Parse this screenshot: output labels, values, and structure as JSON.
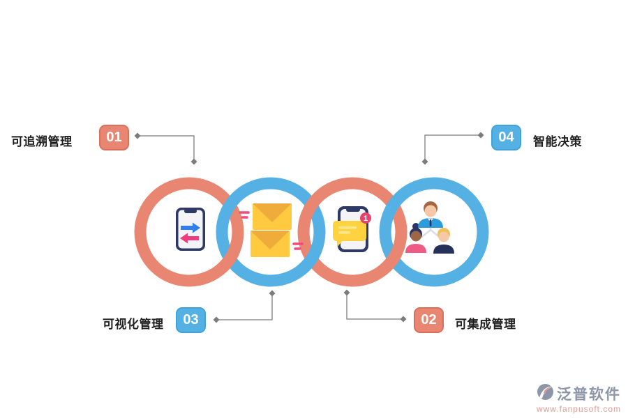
{
  "callouts": [
    {
      "number": "01",
      "label": "可追溯管理",
      "color": "salmon",
      "position": "top-left"
    },
    {
      "number": "02",
      "label": "可集成管理",
      "color": "salmon",
      "position": "bottom-right"
    },
    {
      "number": "03",
      "label": "可视化管理",
      "color": "blue",
      "position": "bottom-left"
    },
    {
      "number": "04",
      "label": "智能决策",
      "color": "blue",
      "position": "top-right"
    }
  ],
  "rings": [
    {
      "index": 1,
      "color": "salmon",
      "icon": "phone-sync-icon"
    },
    {
      "index": 2,
      "color": "blue",
      "icon": "mail-icon"
    },
    {
      "index": 3,
      "color": "salmon",
      "icon": "phone-message-icon"
    },
    {
      "index": 4,
      "color": "blue",
      "icon": "team-icon"
    }
  ],
  "notification_count": "1",
  "watermark": {
    "name": "泛普软件",
    "url": "www.fanpusoft.com"
  },
  "colors": {
    "background": "#FFFFFF",
    "salmon": "#E98671",
    "salmon_dark": "#D8705C",
    "blue": "#55B1E3",
    "blue_dark": "#41A3D8",
    "connector": "#8F8F8F",
    "diamond": "#7C7C7C",
    "label_text": "#1F1F1F",
    "badge_text": "#FFFFFF",
    "phone_navy": "#2E3A66",
    "phone_screen": "#F4F4F7",
    "arrow_blue": "#2F80ED",
    "arrow_pink": "#EE3D7E",
    "envelope_yellow": "#FFC940",
    "envelope_flap": "#EFAC3B",
    "dash_pink": "#F24B7C",
    "bubble_yellow": "#FFD23F",
    "bubble_line": "#FFE78F",
    "notif_red": "#E8426E",
    "skin": "#F5C9A8",
    "skin_dark": "#9C6747",
    "hair_brown": "#A5673F",
    "hair_blonde": "#F0C05A",
    "hair_dark": "#2B3467",
    "shirt_blue": "#2D9CDB",
    "shirt_pink": "#EE5C86",
    "shirt_navy": "#263159",
    "org_line": "#DCDCE2",
    "logo_gray": "#8D96A8",
    "logo_salmon": "#DE9B93"
  }
}
